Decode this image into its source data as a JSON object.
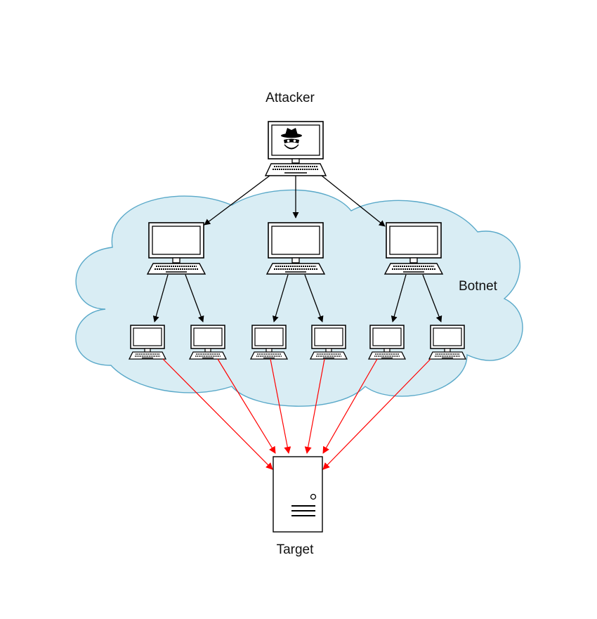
{
  "labels": {
    "attacker": "Attacker",
    "botnet": "Botnet",
    "target": "Target"
  },
  "colors": {
    "cloud_fill": "#d9edf4",
    "cloud_stroke": "#5aa9c9",
    "command_arrow": "#000000",
    "attack_arrow": "#ff0000"
  },
  "icons": {
    "attacker": "hacker-computer-icon",
    "handler": "computer-icon",
    "bot": "small-computer-icon",
    "target": "server-icon"
  }
}
